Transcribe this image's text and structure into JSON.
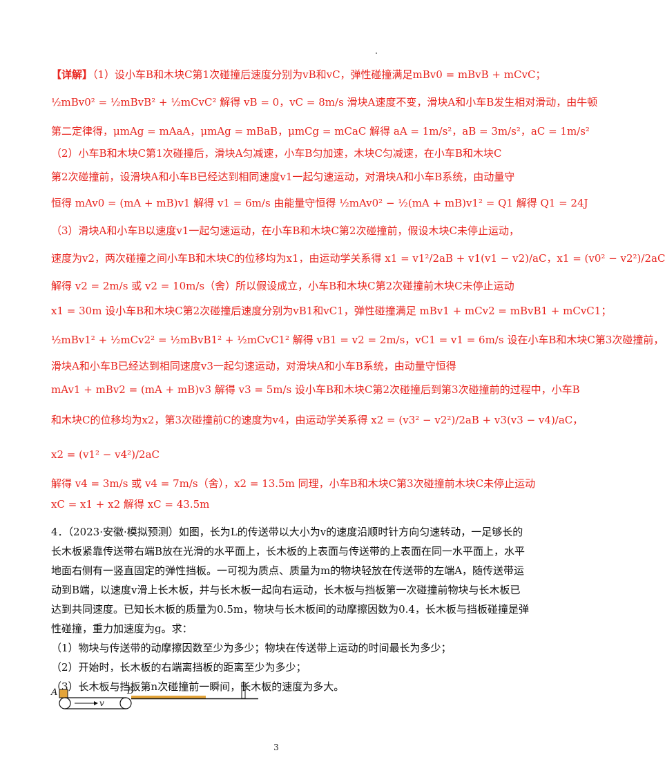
{
  "solution": {
    "tag": "【详解】",
    "p1_intro": "（1）设小车B和木块C第1次碰撞后速度分别为vB和vC，弹性碰撞满足mBv0 = mBvB + mCvC；",
    "p1_energy": "½mBv0² = ½mBvB² + ½mCvC² 解得 vB = 0，vC = 8m/s 滑块A速度不变，滑块A和小车B发生相对滑动，由牛顿",
    "p1_newton": "第二定律得，μmAg = mAaA，μmAg = mBaB，μmCg = mCaC 解得 aA = 1m/s²，aB = 3m/s²，aC = 1m/s²",
    "p2_a": "（2）小车B和木块C第1次碰撞后，滑块A匀减速，小车B匀加速，木块C匀减速，在小车B和木块C",
    "p2_b": "第2次碰撞前，设滑块A和小车B已经达到相同速度v1一起匀速运动，对滑块A和小车B系统，由动量守",
    "p2_c": "恒得 mAv0 = (mA + mB)v1 解得 v1 = 6m/s 由能量守恒得 ½mAv0² − ½(mA + mB)v1² = Q1 解得 Q1 = 24J",
    "p3_a": "（3）滑块A和小车B以速度v1一起匀速运动，在小车B和木块C第2次碰撞前，假设木块C未停止运动，",
    "p3_b": "速度为v2，两次碰撞之间小车B和木块C的位移均为x1，由运动学关系得 x1 = v1²/2aB + v1(v1 − v2)/aC，x1 = (v0² − v2²)/2aC",
    "p3_c": "解得 v2 = 2m/s 或 v2 = 10m/s（舍）所以假设成立，小车B和木块C第2次碰撞前木块C未停止运动",
    "p3_d": "x1 = 30m 设小车B和木块C第2次碰撞后速度分别为vB1和vC1，弹性碰撞满足 mBv1 + mCv2 = mBvB1 + mCvC1；",
    "p3_e": "½mBv1² + ½mCv2² = ½mBvB1² + ½mCvC1² 解得 vB1 = v2 = 2m/s，vC1 = v1 = 6m/s 设在小车B和木块C第3次碰撞前，",
    "p3_f": "滑块A和小车B已经达到相同速度v3一起匀速运动，对滑块A和小车B系统，由动量守恒得",
    "p3_g": "mAv1 + mBv2 = (mA + mB)v3 解得 v3 = 5m/s 设小车B和木块C第2次碰撞后到第3次碰撞前的过程中，小车B",
    "p3_h": "和木块C的位移均为x2，第3次碰撞前C的速度为v4，由运动学关系得 x2 = (v3² − v2²)/2aB + v3(v3 − v4)/aC，",
    "p3_i": "x2 = (v1² − v4²)/2aC",
    "p3_j": "解得 v4 = 3m/s 或 v4 = 7m/s（舍），x2 = 13.5m 同理，小车B和木块C第3次碰撞前木块C未停止运动",
    "p3_k": "xC = x1 + x2 解得 xC = 43.5m"
  },
  "problem": {
    "l1": "4．（2023·安徽·模拟预测）如图，长为L的传送带以大小为v的速度沿顺时针方向匀速转动，一足够长的",
    "l2": "长木板紧靠传送带右端B放在光滑的水平面上，长木板的上表面与传送带的上表面在同一水平面上，水平",
    "l3": "地面右侧有一竖直固定的弹性挡板。一可视为质点、质量为m的物块轻放在传送带的左端A，随传送带运",
    "l4": "动到B端，以速度v滑上长木板，并与长木板一起向右运动，长木板与挡板第一次碰撞前物块与长木板已",
    "l5": "达到共同速度。已知长木板的质量为0.5m，物块与长木板间的动摩擦因数为0.4，长木板与挡板碰撞是弹",
    "l6": "性碰撞，重力加速度为g。求：",
    "q1": "（1）物块与传送带的动摩擦因数至少为多少；物块在传送带上运动的时间最长为多少；",
    "q2": "（2）开始时，长木板的右端离挡板的距离至少为多少；",
    "q3": "（3）长木板与挡板第n次碰撞前一瞬间，长木板的速度为多大。"
  },
  "figure": {
    "label_a": "A",
    "label_b": "B",
    "label_v": "v",
    "block_color": "#e3a43a",
    "board_color": "#e3a43a"
  },
  "page_number": "3"
}
